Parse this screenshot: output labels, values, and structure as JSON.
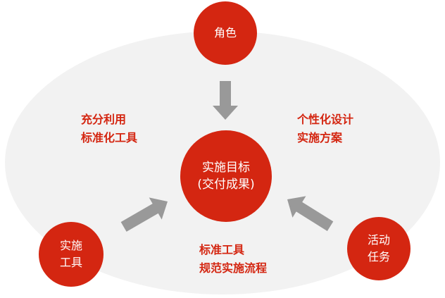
{
  "colors": {
    "accent": "#d42611",
    "background_ellipse": "#f2f2f2",
    "arrow": "#999999"
  },
  "nodes": {
    "top": {
      "lines": [
        "角色"
      ]
    },
    "center": {
      "lines": [
        "实施目标",
        "(交付成果)"
      ]
    },
    "left": {
      "lines": [
        "实施",
        "工具"
      ]
    },
    "right": {
      "lines": [
        "活动",
        "任务"
      ]
    }
  },
  "labels": {
    "left": [
      "充分利用",
      "标准化工具"
    ],
    "right": [
      "个性化设计",
      "实施方案"
    ],
    "bottom": [
      "标准工具",
      "规范实施流程"
    ]
  }
}
